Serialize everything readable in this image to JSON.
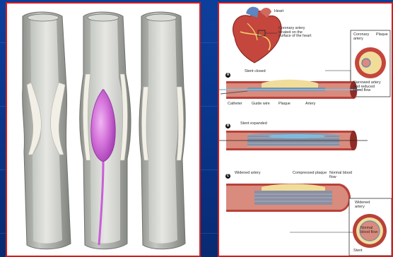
{
  "diagram": {
    "left_panel": {
      "vessels": [
        "narrowed-artery",
        "balloon-inflated-artery",
        "widened-artery"
      ],
      "colors": {
        "vessel_wall": "#a9aca6",
        "lumen": "#dcded9",
        "balloon": "#c85fd6",
        "plaque": "#f3f0e8"
      }
    },
    "right_panel": {
      "heart_labels": {
        "top": "Heart",
        "coronary": "Coronary artery\nlocated on the\nsurface of the heart"
      },
      "insets": {
        "top": {
          "title_left": "Coronary\nartery",
          "title_right": "Plaque",
          "caption": "Narrowed artery\nand reduced\nblood flow"
        },
        "bottom": {
          "title": "Widened\nartery",
          "caption": "Stent",
          "ring_label": "Normal\nblood flow"
        }
      },
      "steps": [
        {
          "letter": "A",
          "labels": {
            "top": "Stent closed",
            "left": "Catheter",
            "mid": "Guide wire",
            "bottom": "Plaque",
            "artery": "Artery"
          }
        },
        {
          "letter": "B",
          "labels": {
            "top": "Stent expanded",
            "left": "",
            "mid": "",
            "bottom": "",
            "artery": ""
          }
        },
        {
          "letter": "C",
          "labels": {
            "top": "Compressed plaque",
            "left": "Widened artery",
            "mid": "",
            "bottom": "Normal blood flow",
            "artery": ""
          }
        }
      ],
      "colors": {
        "artery": "#b8413a",
        "artery_inner": "#d98b7d",
        "plaque": "#f1dd9a",
        "stent": "#7c8fa8",
        "guide": "#7cc6e8"
      }
    }
  }
}
